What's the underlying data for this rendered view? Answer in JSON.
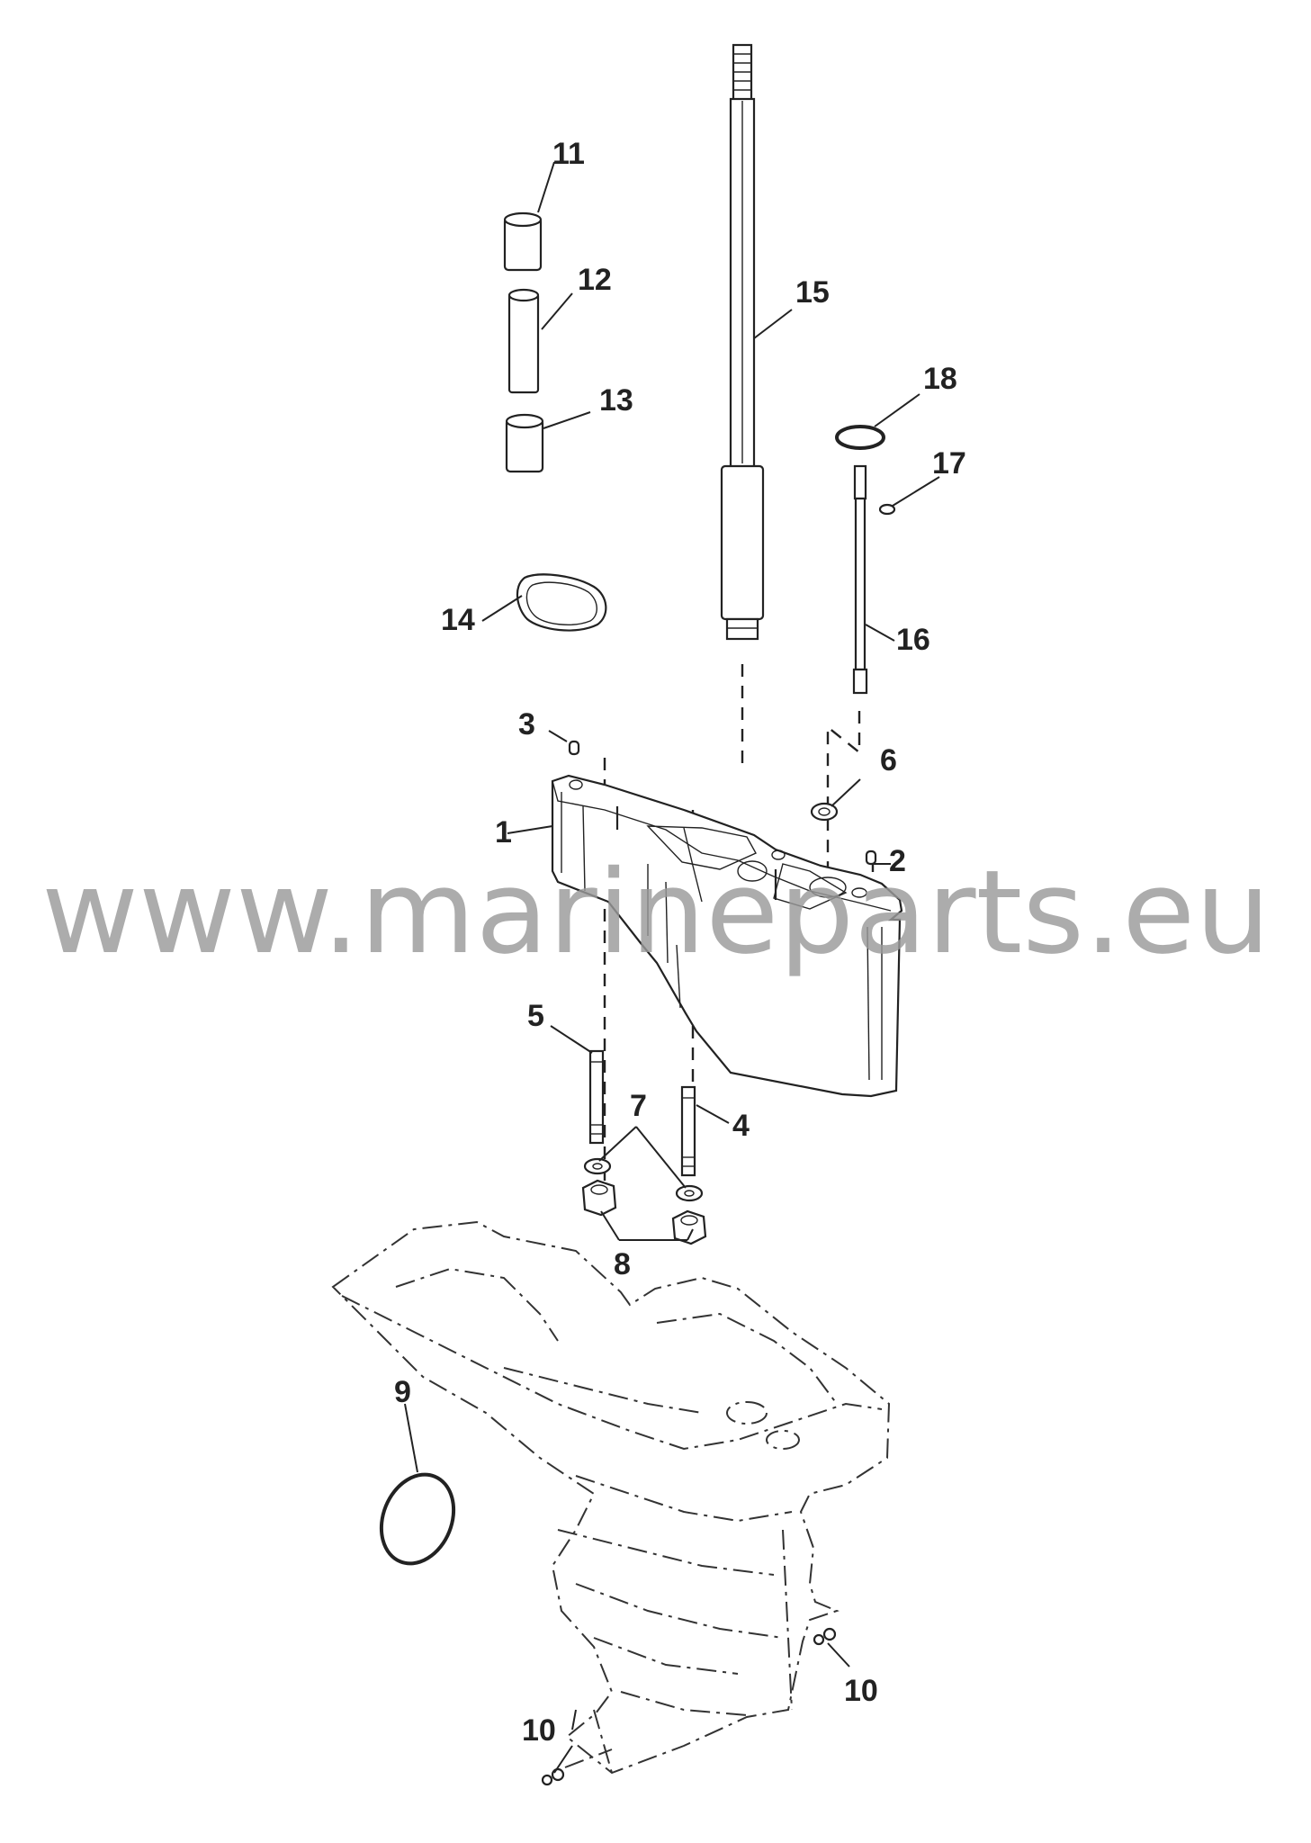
{
  "callouts": [
    "1",
    "2",
    "3",
    "4",
    "5",
    "6",
    "7",
    "8",
    "9",
    "10",
    "10",
    "11",
    "12",
    "13",
    "14",
    "15",
    "16",
    "17",
    "18"
  ],
  "watermark": "www.marineparts.eu"
}
